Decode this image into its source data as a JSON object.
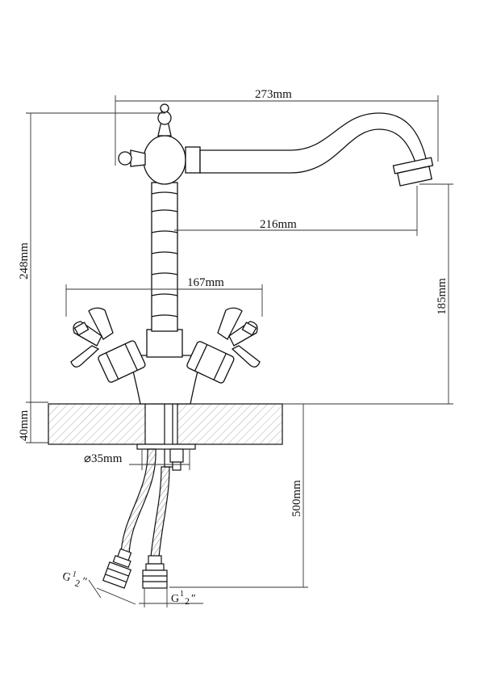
{
  "drawing": {
    "dimensions": {
      "reach_total": "273mm",
      "reach_spout": "216mm",
      "handle_span": "167mm",
      "height_total": "248mm",
      "spout_height": "185mm",
      "deck_thickness": "40mm",
      "mount_hole": "⌀35mm",
      "hose_length": "500mm"
    },
    "connectors": {
      "left_thread": {
        "g": "G",
        "sup": "1",
        "sub": "2",
        "quote": "″"
      },
      "right_thread": {
        "g": "G",
        "sup": "1",
        "sub": "2",
        "quote": "″"
      }
    },
    "colors": {
      "line": "#111111",
      "hatch": "#9a9a9a",
      "dim_line": "#333333"
    }
  }
}
